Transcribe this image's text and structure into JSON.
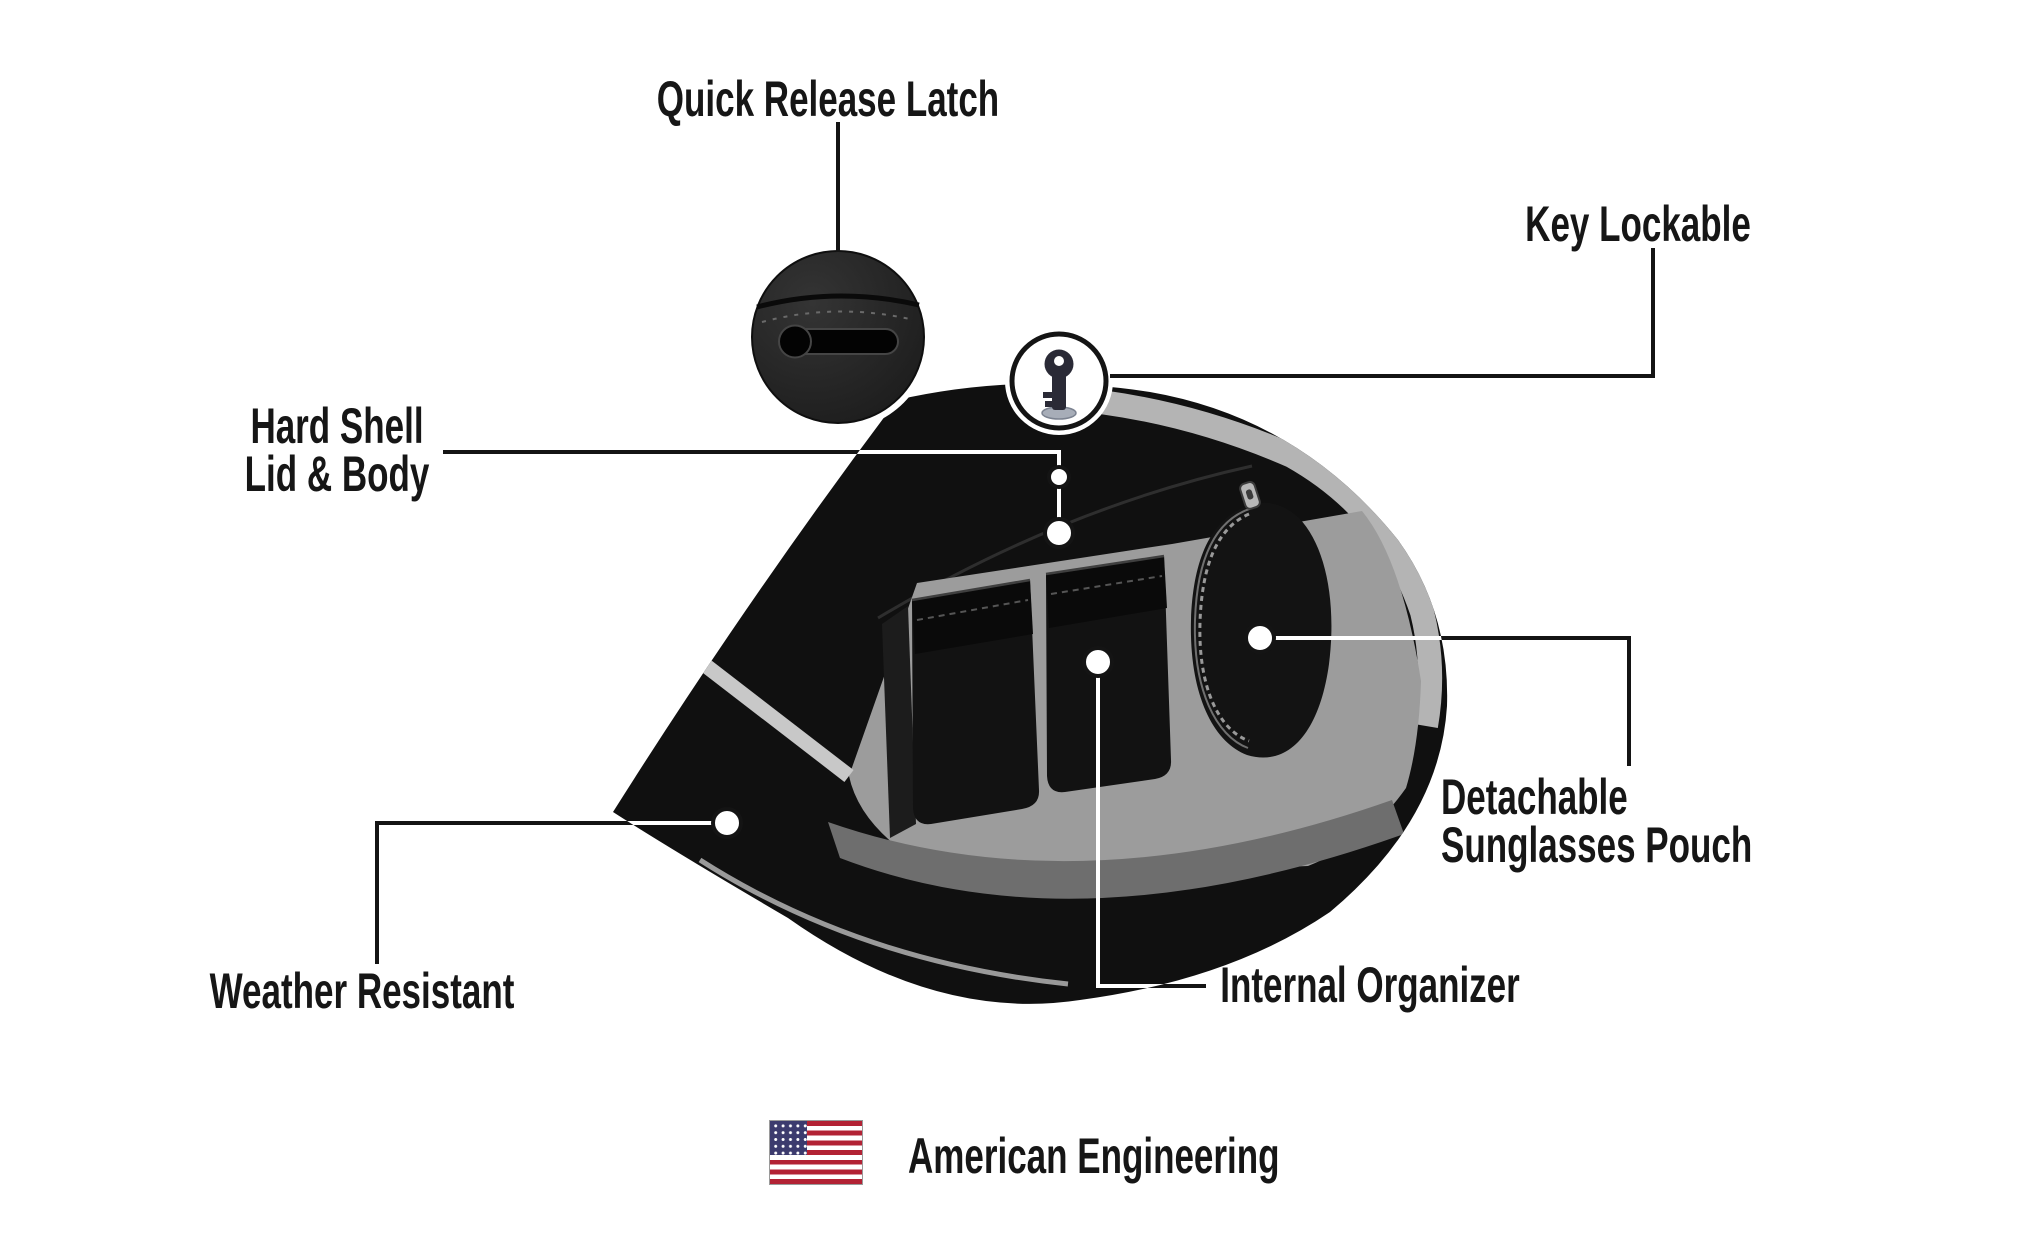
{
  "callouts": {
    "quick_release_latch": "Quick Release Latch",
    "key_lockable": "Key Lockable",
    "hard_shell": {
      "line1": "Hard Shell",
      "line2": "Lid & Body"
    },
    "weather_resistant": "Weather Resistant",
    "internal_organizer": "Internal Organizer",
    "detachable_pouch": {
      "line1": "Detachable",
      "line2": "Sunglasses Pouch"
    }
  },
  "footer": {
    "tagline": "American Engineering"
  },
  "icons": {
    "flag": "us-flag-icon",
    "key": "key-lock-icon",
    "latch_inset": "quick-release-latch-detail",
    "zipper_pull": "zipper-pull-icon",
    "product": "hard-shell-saddlebag-illustration"
  },
  "colors": {
    "background": "#ffffff",
    "text": "#161616",
    "callout_line": "#141414",
    "bag_shell": "#101010",
    "interior_gray": "#9c9c9c",
    "rim_gray": "#b4b4b4",
    "accent_stripe": "#6e6e6e",
    "flag_red": "#B22234",
    "flag_blue": "#3C3B6E"
  }
}
